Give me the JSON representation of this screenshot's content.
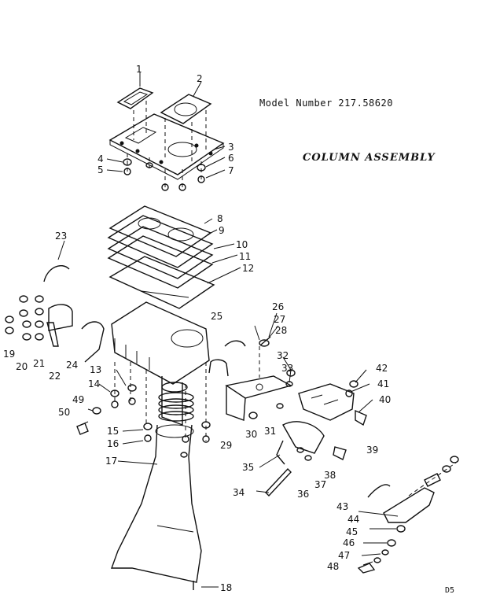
{
  "header": {
    "model_number_label": "Model Number 217.58620",
    "title": "COLUMN ASSEMBLY",
    "page_code": "D5"
  },
  "callouts": [
    "1",
    "2",
    "3",
    "4",
    "5",
    "6",
    "7",
    "8",
    "9",
    "10",
    "11",
    "12",
    "13",
    "14",
    "15",
    "16",
    "17",
    "18",
    "19",
    "20",
    "21",
    "22",
    "23",
    "24",
    "25",
    "26",
    "27",
    "28",
    "29",
    "30",
    "31",
    "32",
    "33",
    "34",
    "35",
    "36",
    "37",
    "38",
    "39",
    "40",
    "41",
    "42",
    "43",
    "44",
    "45",
    "46",
    "47",
    "48",
    "49",
    "50"
  ]
}
